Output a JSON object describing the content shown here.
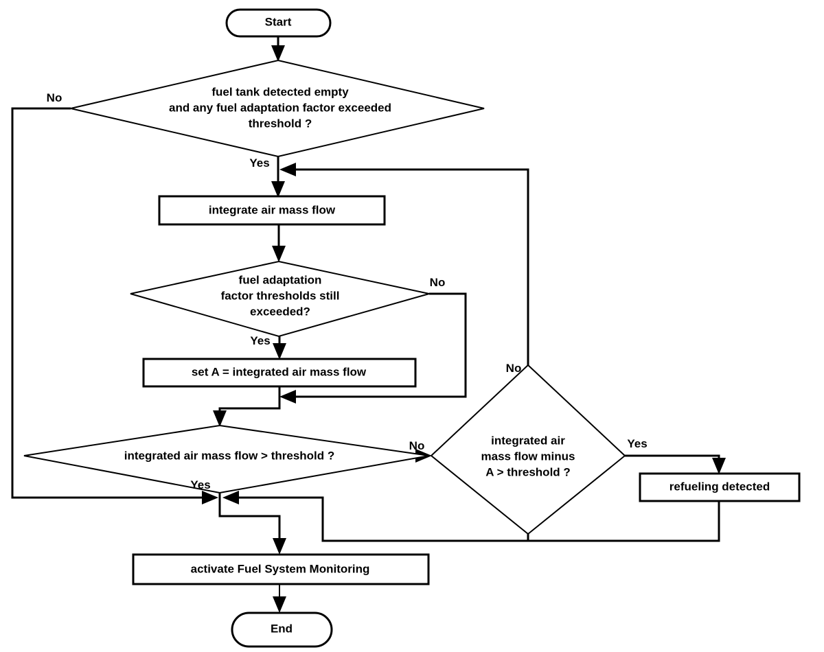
{
  "diagram": {
    "type": "flowchart",
    "title": "Fuel System Monitoring / refueling detection flowchart",
    "background_color": "#ffffff",
    "line_color": "#000000",
    "text_color": "#000000",
    "nodes": {
      "start": {
        "label": "Start",
        "shape": "terminator"
      },
      "decision_tank_empty": {
        "label": "fuel tank detected empty\nand any fuel adaptation factor exceeded\nthreshold ?",
        "shape": "decision"
      },
      "process_integrate": {
        "label": "integrate air mass flow",
        "shape": "process"
      },
      "decision_factor_thresholds": {
        "label": "fuel adaptation\nfactor thresholds still\nexceeded?",
        "shape": "decision"
      },
      "process_set_a": {
        "label": "set A = integrated air mass flow",
        "shape": "process"
      },
      "decision_flow_threshold": {
        "label": "integrated air mass flow > threshold ?",
        "shape": "decision"
      },
      "decision_flow_minus_a": {
        "label": "integrated air\nmass flow minus\nA > threshold ?",
        "shape": "decision"
      },
      "process_refueling": {
        "label": "refueling detected",
        "shape": "process"
      },
      "process_activate_fsm": {
        "label": "activate Fuel System Monitoring",
        "shape": "process"
      },
      "end": {
        "label": "End",
        "shape": "terminator"
      }
    },
    "edge_labels": {
      "tank_empty_no": "No",
      "tank_empty_yes": "Yes",
      "factor_thresholds_no": "No",
      "factor_thresholds_yes": "Yes",
      "flow_threshold_no": "No",
      "flow_threshold_yes": "Yes",
      "flow_minus_a_no": "No",
      "flow_minus_a_yes": "Yes"
    }
  }
}
